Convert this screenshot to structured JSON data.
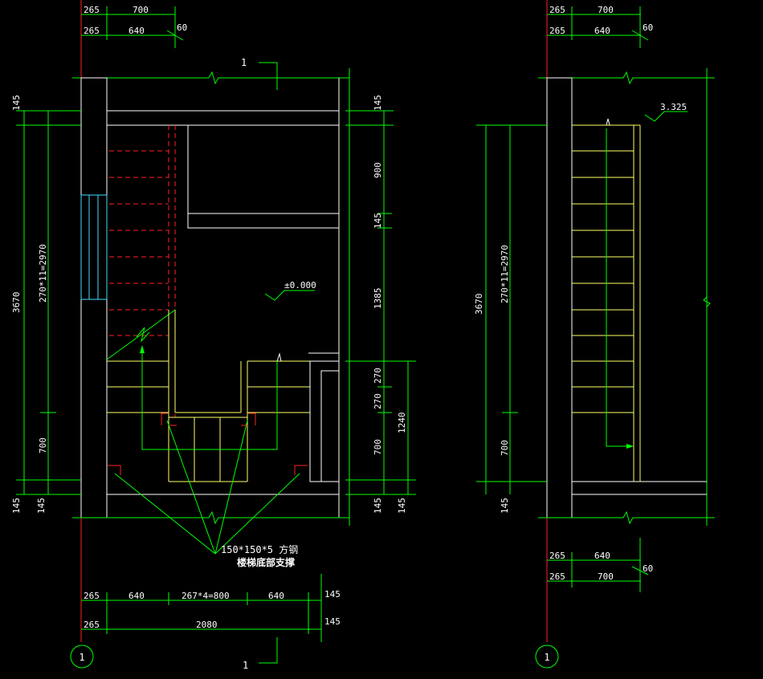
{
  "colors": {
    "background": "#000000",
    "dimension": "#00ff00",
    "wall": "#ffffff",
    "stair": "#ffff66",
    "hidden": "#ff2020",
    "axis": "#ff2020",
    "window": "#44ddff"
  },
  "section_mark": "1",
  "axis_label": "1",
  "left": {
    "top_dims": {
      "row1": [
        "265",
        "700"
      ],
      "row2": [
        "265",
        "640",
        "60"
      ]
    },
    "left_dims": {
      "outer": "3670",
      "inner": "270*11=2970",
      "bottom_inner": "700",
      "top_offset": "145",
      "bottom_offset_a": "145",
      "bottom_offset_b": "145"
    },
    "right_dims": {
      "top": "145",
      "d900": "900",
      "d145": "145",
      "d1385": "1385",
      "d270a": "270",
      "d270b": "270",
      "d700": "700",
      "d1240": "1240",
      "bottom_a": "145",
      "bottom_b": "145"
    },
    "elevation": "±0.000",
    "annotation_line1": "150*150*5 方钢",
    "annotation_line2": "楼梯底部支撑",
    "bottom_dims": {
      "row1": [
        "265",
        "640",
        "267*4=800",
        "640",
        "145"
      ],
      "row2": [
        "265",
        "2080",
        "145"
      ]
    }
  },
  "right": {
    "top_dims": {
      "row1": [
        "265",
        "700"
      ],
      "row2": [
        "265",
        "640",
        "60"
      ]
    },
    "elevation": "3.325",
    "left_dims": {
      "outer": "3670",
      "inner": "270*11=2970",
      "bottom_inner": "700",
      "bottom_offset": "145"
    },
    "bottom_dims": {
      "row1": [
        "265",
        "640",
        "60"
      ],
      "row2": [
        "265",
        "700"
      ]
    }
  }
}
